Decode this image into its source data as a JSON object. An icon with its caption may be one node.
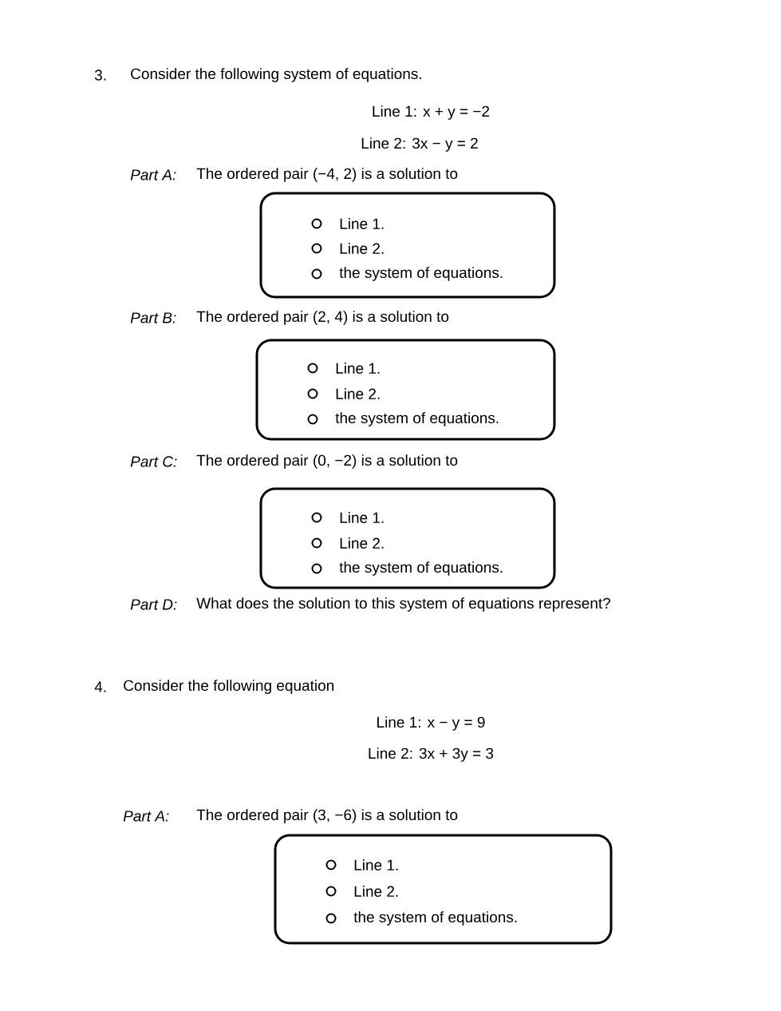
{
  "diagram": {
    "nodes": [
      {
        "text": [
          "Line 1.",
          "Line 2.",
          "the system of equations."
        ]
      },
      {
        "text": [
          "Line 1.",
          "Line 2.",
          "the system of equations."
        ]
      },
      {
        "text": [
          "Line 1.",
          "Line 2.",
          "the system of equations."
        ]
      },
      {
        "text": [
          "Line 1.",
          "Line 2.",
          "the system of equations."
        ]
      }
    ],
    "edges": [],
    "labels": [
      "3.",
      "Consider the following system of equations.",
      "Line 1: x + y = −2",
      "Line 2: 3x − y = 2",
      "Part A:",
      "The ordered pair (−4, 2) is a solution to",
      "Part B:",
      "The ordered pair (2, 4) is a solution to",
      "Part C:",
      "The ordered pair (0, −2) is a solution to",
      "Part D:",
      "What does the solution to this system of equations represent?",
      "4.",
      "Consider the following equation",
      "Line 1: x − y = 9",
      "Line 2: 3x + 3y = 3",
      "Part A:",
      "The ordered pair (3, −6) is a solution to"
    ]
  }
}
